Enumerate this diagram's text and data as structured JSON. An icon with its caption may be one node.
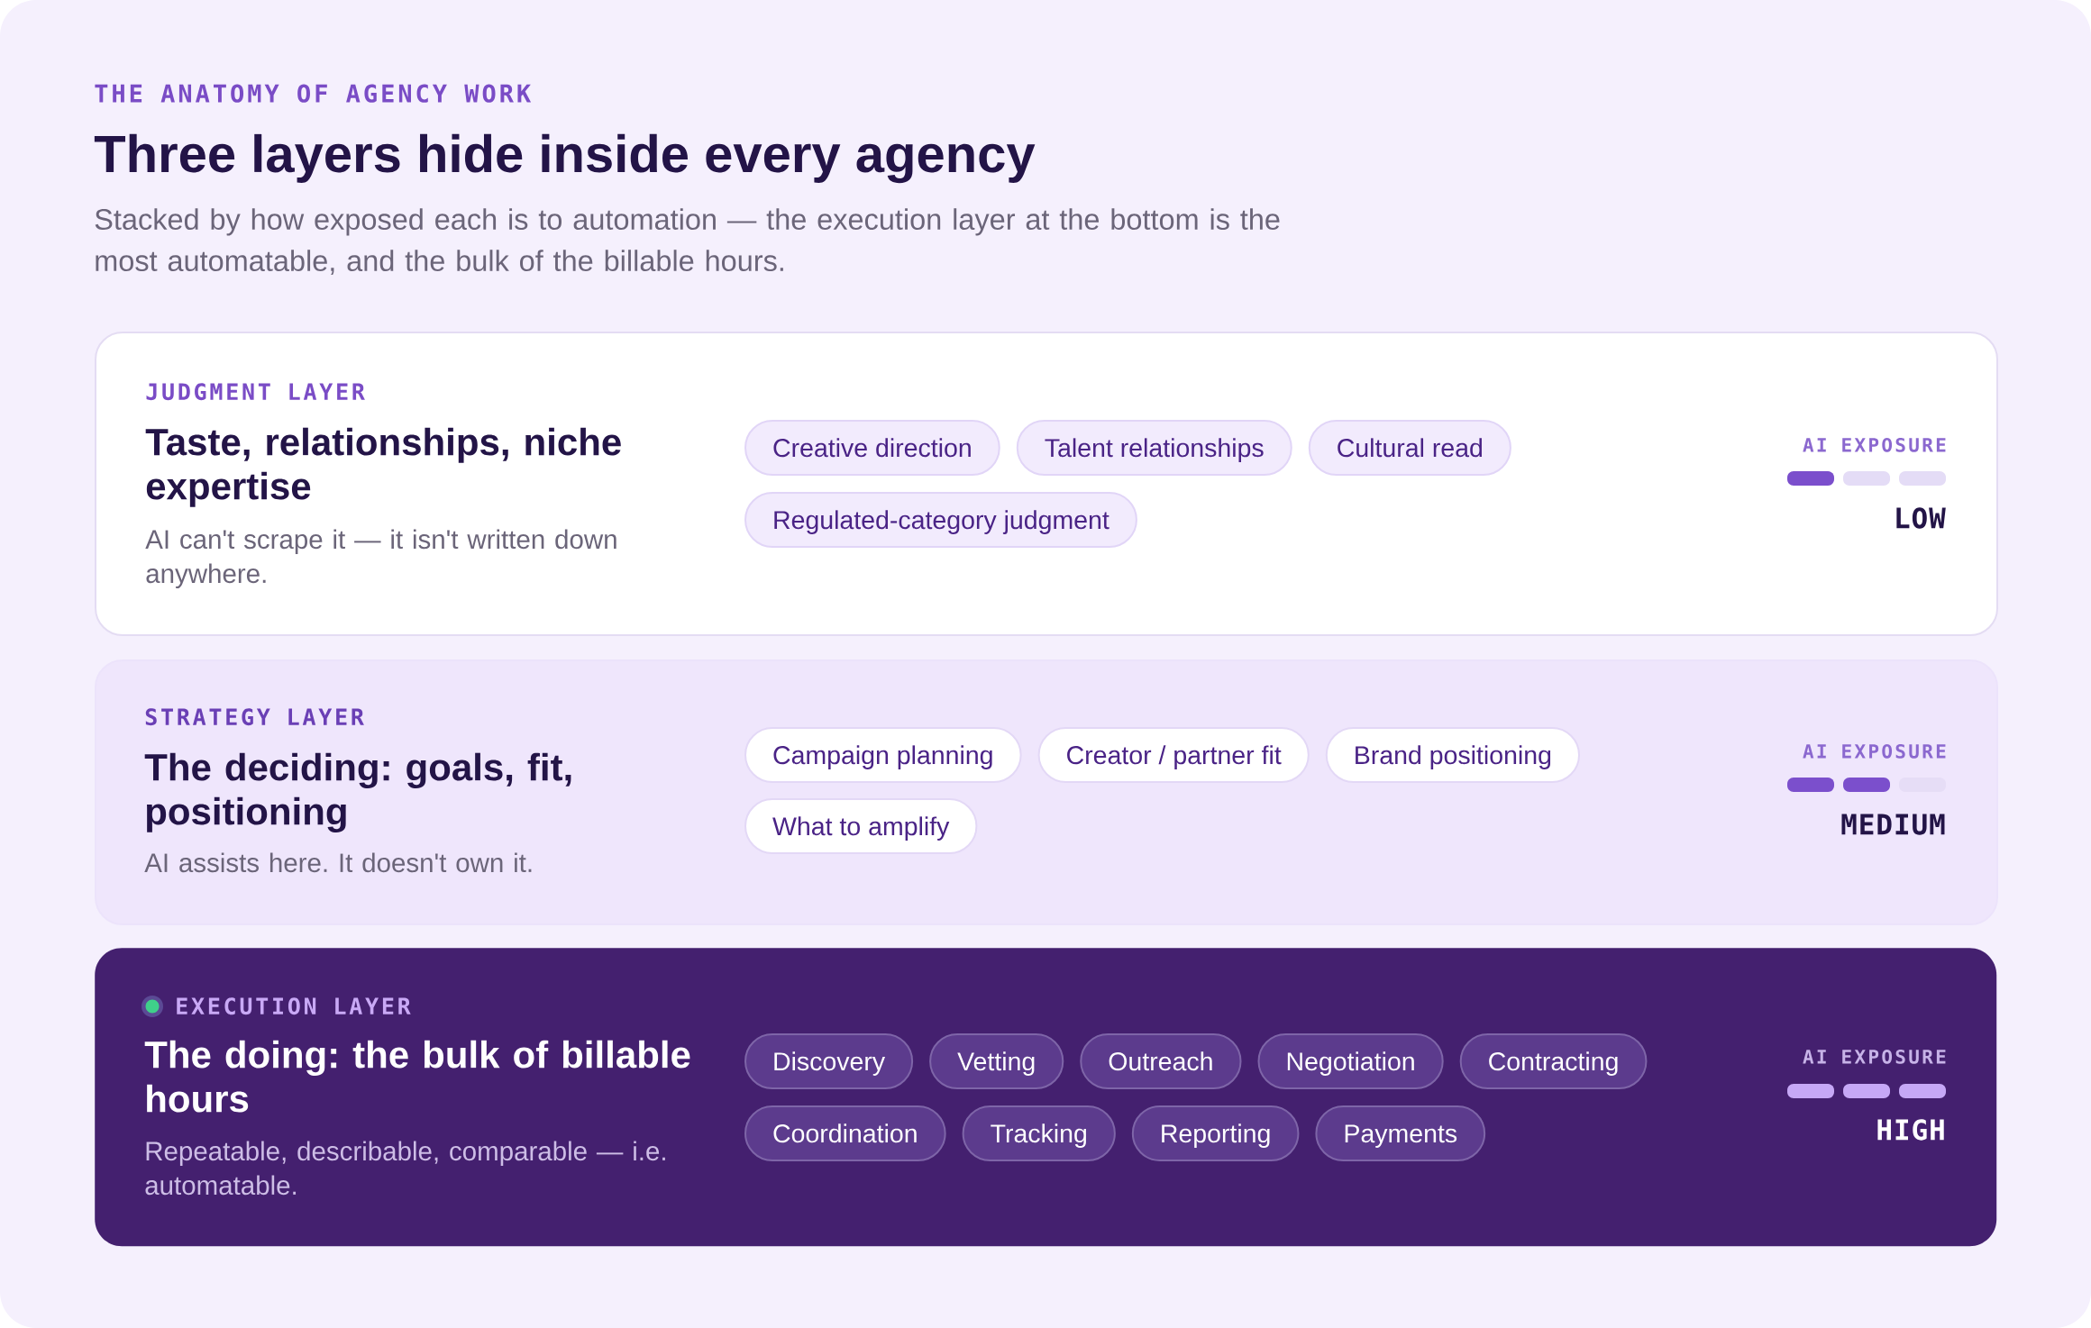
{
  "diagram": {
    "title": "Three layers hide inside every agency",
    "nodes": [
      {
        "text": [
          "JUDGMENT LAYER",
          "Taste, relationships, niche expertise",
          "AI can't scrape it — it isn't written down anywhere.",
          "AI EXPOSURE",
          "LOW"
        ]
      },
      {
        "text": [
          "Creative direction"
        ],
        "in": 0
      },
      {
        "text": [
          "Talent relationships"
        ],
        "in": 0
      },
      {
        "text": [
          "Cultural read"
        ],
        "in": 0
      },
      {
        "text": [
          "Regulated-category judgment"
        ],
        "in": 0
      },
      {
        "text": [
          "STRATEGY LAYER",
          "The deciding: goals, fit, positioning",
          "AI assists here. It doesn't own it.",
          "AI EXPOSURE",
          "MEDIUM"
        ]
      },
      {
        "text": [
          "Campaign planning"
        ],
        "in": 5
      },
      {
        "text": [
          "Creator / partner fit"
        ],
        "in": 5
      },
      {
        "text": [
          "Brand positioning"
        ],
        "in": 5
      },
      {
        "text": [
          "What to amplify"
        ],
        "in": 5
      },
      {
        "text": [
          "EXECUTION LAYER",
          "The doing: the bulk of billable hours",
          "Repeatable, describable, comparable — i.e. automatable.",
          "AI EXPOSURE",
          "HIGH"
        ]
      },
      {
        "text": [
          "Discovery"
        ],
        "in": 10
      },
      {
        "text": [
          "Vetting"
        ],
        "in": 10
      },
      {
        "text": [
          "Outreach"
        ],
        "in": 10
      },
      {
        "text": [
          "Negotiation"
        ],
        "in": 10
      },
      {
        "text": [
          "Contracting"
        ],
        "in": 10
      },
      {
        "text": [
          "Coordination"
        ],
        "in": 10
      },
      {
        "text": [
          "Tracking"
        ],
        "in": 10
      },
      {
        "text": [
          "Reporting"
        ],
        "in": 10
      },
      {
        "text": [
          "Payments"
        ],
        "in": 10
      }
    ],
    "labels": [
      "THE ANATOMY OF AGENCY WORK",
      "Stacked by how exposed each is to automation — the execution layer at the bottom is the most automatable, and the bulk of the billable hours."
    ]
  }
}
